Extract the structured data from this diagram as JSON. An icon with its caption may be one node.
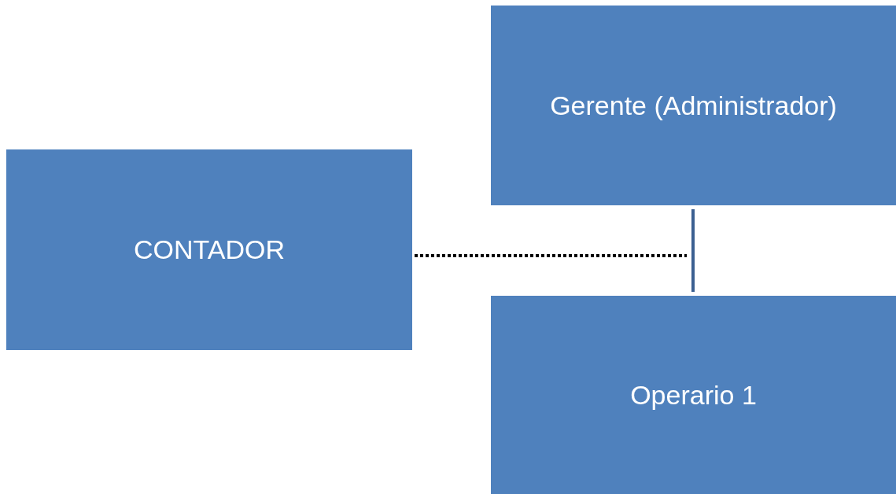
{
  "diagram": {
    "nodes": [
      {
        "text": [
          "CONTADOR"
        ]
      },
      {
        "text": [
          "Gerente (Administrador)"
        ]
      },
      {
        "text": [
          "Operario 1"
        ]
      }
    ],
    "edges": [
      {
        "from": 1,
        "to": 2,
        "arrow": "none",
        "color": "#3b5f91"
      },
      {
        "from": 0,
        "to": null,
        "arrow": "none",
        "style": "dashed",
        "color": "#000000"
      }
    ]
  }
}
